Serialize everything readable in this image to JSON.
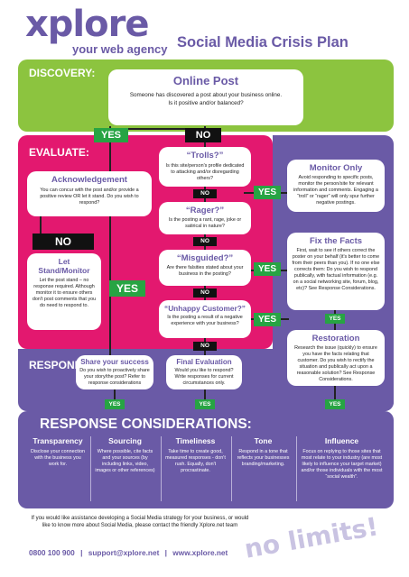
{
  "header": {
    "logo": "xplore",
    "tagline": "your web agency",
    "title": "Social Media Crisis Plan"
  },
  "sections": {
    "discovery": "DISCOVERY:",
    "evaluate": "EVALUATE:",
    "respond": "RESPOND:"
  },
  "online_post": {
    "title": "Online Post",
    "line1": "Someone has discovered a post about your business online.",
    "line2": "Is it positive and/or balanced?"
  },
  "tags": {
    "yes": "YES",
    "no": "NO"
  },
  "acknowledgement": {
    "title": "Acknowledgement",
    "body": "You can concur with the post and/or provide a positive review OR let it stand. Do you wish to respond?"
  },
  "let_stand": {
    "title": "Let Stand/Monitor",
    "body": "Let the post stand – no response required. Although monitor it to ensure others don't post comments that you do need to respond to."
  },
  "trolls": {
    "title": "“Trolls?”",
    "body": "Is this site/person's profile dedicated to attacking and/or disregarding others?"
  },
  "rager": {
    "title": "“Rager?”",
    "body": "Is the posting a rant, rage, joke or satirical in nature?"
  },
  "misguided": {
    "title": "“Misguided?”",
    "body": "Are there falsities stated about your business in the posting?"
  },
  "unhappy": {
    "title": "“Unhappy Customer?”",
    "body": "Is the posting a result of a negative experience with your business?"
  },
  "monitor_only": {
    "title": "Monitor Only",
    "body": "Avoid responding to specific posts, monitor the person/site for relevant information and comments. Engaging a “troll” or “rager” will only spur further negative postings."
  },
  "fix_facts": {
    "title": "Fix the Facts",
    "body": "First, wait to see if others correct the poster on your behalf (it's better to come from their peers than you). If no one else corrects them: Do you wish to respond publically, with factual information (e.g. on a social networking site, forum, blog, etc)? See Response Considerations."
  },
  "restoration": {
    "title": "Restoration",
    "body": "Research the issue (quickly) to ensure you have the facts relating that customer. Do you wish to rectify the situation and publically act upon a reasonable solution? See Response Considerations."
  },
  "share_success": {
    "title": "Share your success",
    "body": "Do you wish to proactively share your story/the post? Refer to response considerations"
  },
  "final_evaluation": {
    "title": "Final Evaluation",
    "body": "Would you like to respond? Write responses for current circumstances only."
  },
  "response_considerations": {
    "title": "RESPONSE CONSIDERATIONS:",
    "items": [
      {
        "head": "Transparency",
        "text": "Disclose your connection with the business you work for."
      },
      {
        "head": "Sourcing",
        "text": "Where possible, cite facts and your sources (by including links, video, images or other references)"
      },
      {
        "head": "Timeliness",
        "text": "Take time to create good, measured responses - don't rush. Equally, don't procrastinate."
      },
      {
        "head": "Tone",
        "text": "Respond in a tone that reflects your businesses branding/marketing."
      },
      {
        "head": "Influence",
        "text": "Focus on replying to those sites that most relate to your industry (are most likely to influence your target market) and/or those individuals with the most “social wealth”."
      }
    ]
  },
  "footer": {
    "text": "If you would like assistance developing a Social Media strategy for your business, or would like to know more about Social Media, please contact the friendly Xplore.net team",
    "phone": "0800 100 900",
    "sep": "|",
    "email": "support@xplore.net",
    "web": "www.xplore.net",
    "slogan": "no limits!"
  },
  "colors": {
    "brand_purple": "#6a5aa6",
    "discovery_green": "#8cc43f",
    "evaluate_pink": "#e3186f",
    "yes_green": "#27a443",
    "no_black": "#111111"
  }
}
